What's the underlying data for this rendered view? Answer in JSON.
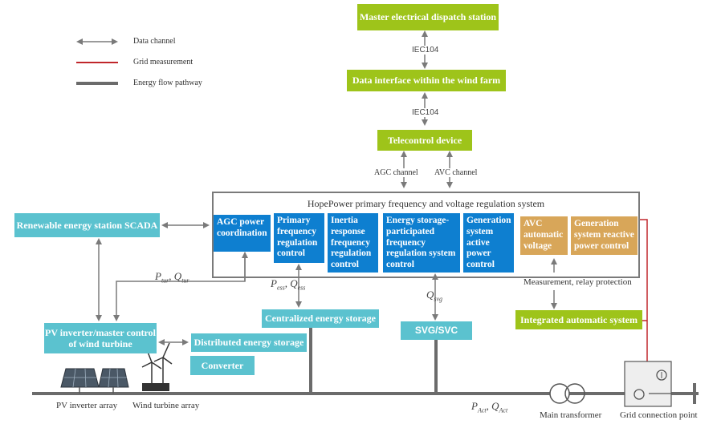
{
  "legend": {
    "data_channel": "Data channel",
    "grid_measurement": "Grid measurement",
    "energy_flow": "Energy flow pathway"
  },
  "boxes": {
    "master": "Master electrical dispatch station",
    "data_interface": "Data interface within the wind farm",
    "telecontrol": "Telecontrol device",
    "scada": "Renewable energy station SCADA",
    "pv_inverter": "PV inverter/master control of wind turbine",
    "distributed_storage": "Distributed energy storage",
    "converter": "Converter",
    "centralized_storage": "Centralized energy storage",
    "svg": "SVG/SVC",
    "integrated": "Integrated automatic system"
  },
  "system": {
    "title": "HopePower primary frequency and voltage regulation system",
    "modules": [
      "AGC power coordination",
      "Primary frequency regulation control",
      "Inertia response frequency regulation control",
      "Energy storage-participated frequency regulation system control",
      "Generation system active power control",
      "AVC automatic voltage",
      "Generation system reactive power control"
    ]
  },
  "labels": {
    "iec1": "IEC104",
    "iec2": "IEC104",
    "agc_channel": "AGC channel",
    "avc_channel": "AVC channel",
    "p_tur": "P",
    "p_tur_sub": "tur",
    "q_tur": "Q",
    "q_tur_sub": "tur",
    "p_ess": "P",
    "p_ess_sub": "ess",
    "q_ess": "Q",
    "q_ess_sub": "ess",
    "q_svg": "Q",
    "q_svg_sub": "svg",
    "p_act": "P",
    "p_act_sub": "Act",
    "q_act": "Q",
    "q_act_sub": "Act",
    "measurement": "Measurement, relay protection",
    "pv_array": "PV inverter array",
    "wind_array": "Wind turbine array",
    "main_transformer": "Main transformer",
    "grid_point": "Grid connection point"
  },
  "colors": {
    "green": "#9ec41a",
    "teal": "#5bc2cf",
    "blue": "#0e7fd0",
    "gold": "#d8a659",
    "arrow": "#7a7a7a",
    "grid_line": "#c0262b",
    "energy_line": "#6b6b6b"
  }
}
